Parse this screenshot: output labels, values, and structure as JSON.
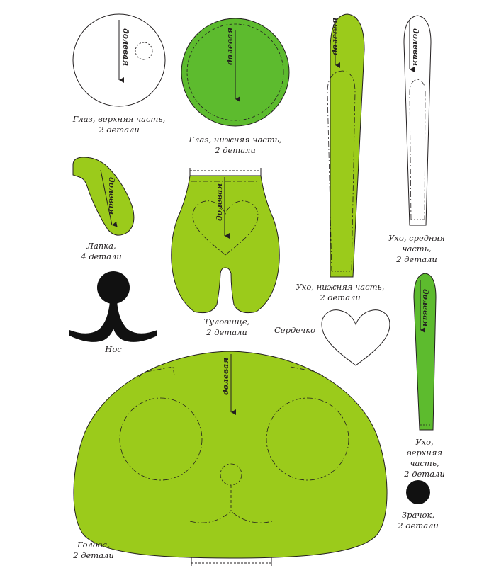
{
  "grain_label": "долевая",
  "colors": {
    "light_green": "#9bcb1b",
    "dark_green": "#5dbb2e",
    "outline": "#231f20",
    "black": "#111111",
    "white": "#ffffff"
  },
  "pieces": {
    "eye_upper": {
      "line1": "Глаз, верхняя часть,",
      "line2": "2 детали"
    },
    "eye_lower": {
      "line1": "Глаз, нижняя часть,",
      "line2": "2 детали"
    },
    "ear_lower": {
      "line1": "Ухо, нижняя часть,",
      "line2": "2 детали"
    },
    "ear_middle": {
      "line1": "Ухо, средняя",
      "line2": "часть,",
      "line3": "2 детали"
    },
    "paw": {
      "line1": "Лапка,",
      "line2": "4 детали"
    },
    "body": {
      "line1": "Туловище,",
      "line2": "2 детали"
    },
    "nose": {
      "line1": "Нос"
    },
    "heart": {
      "line1": "Сердечко"
    },
    "ear_upper": {
      "line1": "Ухо,",
      "line2": "верхняя",
      "line3": "часть,",
      "line4": "2 детали"
    },
    "pupil": {
      "line1": "Зрачок,",
      "line2": "2 детали"
    },
    "head": {
      "line1": "Голова,",
      "line2": "2 детали"
    }
  }
}
